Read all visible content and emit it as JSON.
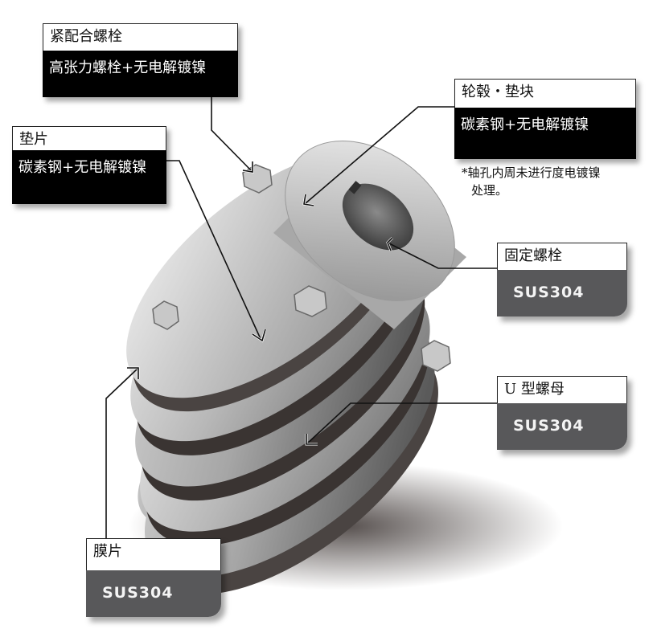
{
  "diagram": {
    "subject": "disc-coupling",
    "callouts": [
      {
        "id": "tight-fit-bolt",
        "title": "紧配合螺栓",
        "material": "高张力螺栓+无电解镀镍",
        "style": "black"
      },
      {
        "id": "hub-spacer",
        "title": "轮毂・垫块",
        "material": "碳素钢+无电解镀镍",
        "style": "black"
      },
      {
        "id": "washer",
        "title": "垫片",
        "material": "碳素钢+无电解镀镍",
        "style": "black"
      },
      {
        "id": "set-bolt",
        "title": "固定螺栓",
        "material": "SUS304",
        "style": "grey"
      },
      {
        "id": "u-nut",
        "title": "U 型螺母",
        "material": "SUS304",
        "style": "grey"
      },
      {
        "id": "disc",
        "title": "膜片",
        "material": "SUS304",
        "style": "grey"
      }
    ],
    "note": {
      "line1": "*轴孔内周未进行度电镀镍",
      "line2": "处理。"
    },
    "colors": {
      "black_box": "#000000",
      "grey_box": "#58585a",
      "metal_light": "#d4d4d4",
      "metal_mid": "#9c9c9c",
      "metal_dark": "#3e3a38"
    }
  }
}
